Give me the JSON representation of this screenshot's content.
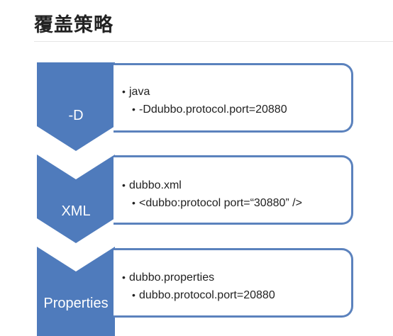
{
  "page_title": "覆盖策略",
  "colors": {
    "chevron": "#4f7bbc",
    "box_border": "#5b82bd"
  },
  "steps": [
    {
      "label": "-D",
      "primary": "java",
      "secondary": "-Ddubbo.protocol.port=20880"
    },
    {
      "label": "XML",
      "primary": "dubbo.xml",
      "secondary": "<dubbo:protocol port=“30880” />"
    },
    {
      "label": "Properties",
      "primary": "dubbo.properties",
      "secondary": "dubbo.protocol.port=20880"
    }
  ]
}
